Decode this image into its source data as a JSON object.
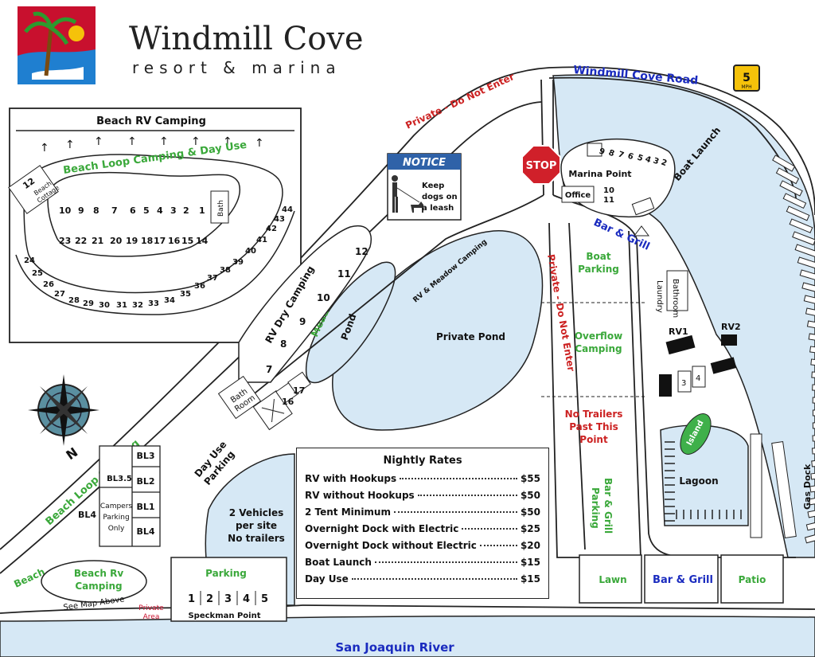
{
  "header": {
    "title": "Windmill Cove",
    "subtitle": "resort & marina"
  },
  "roads": {
    "private_road": "Private - Do Not Enter",
    "private_road_2": "Private - Do Not Enter",
    "windmill_cove_road": "Windmill Cove Road",
    "speed_limit": "5",
    "speed_unit": "MPH",
    "boat_launch": "Boat Launch",
    "bar_grill_road": "Bar & Grill",
    "rv_meadow_camping": "RV & Meadow Camping",
    "stop": "STOP"
  },
  "notice": {
    "title": "NOTICE",
    "line1": "Keep",
    "line2": "dogs on",
    "line3": "a leash"
  },
  "beach_rv": {
    "title": "Beach RV Camping",
    "loop_label": "Beach Loop Camping & Day Use",
    "cottage_num": "12",
    "cottage_l1": "Beach",
    "cottage_l2": "Cottage",
    "bath": "Bath",
    "inner_top": [
      "10",
      "9",
      "8",
      "7",
      "6",
      "5",
      "4",
      "3",
      "2",
      "1"
    ],
    "inner_bottom": [
      "23",
      "22",
      "21",
      "20",
      "19",
      "18",
      "17",
      "16",
      "15",
      "14"
    ],
    "outer_bottom": [
      "24",
      "25",
      "26",
      "27",
      "28",
      "29",
      "30",
      "31",
      "32",
      "33",
      "34",
      "35",
      "36",
      "37",
      "38",
      "39",
      "40",
      "41",
      "42",
      "43",
      "44"
    ]
  },
  "marina": {
    "label": "Marina Point",
    "office": "Office",
    "sites": [
      "9",
      "8",
      "7",
      "6",
      "5",
      "4",
      "3",
      "2"
    ],
    "site_10": "10",
    "site_11": "11"
  },
  "boat_parking": {
    "l1": "Boat",
    "l2": "Parking"
  },
  "overflow": {
    "l1": "Overflow",
    "l2": "Camping"
  },
  "no_trailers": {
    "l1": "No Trailers",
    "l2": "Past This",
    "l3": "Point"
  },
  "bar_grill_parking": {
    "l1": "Bar & Grill",
    "l2": "Parking"
  },
  "bathroom": "Bathroom",
  "laundry": "Laundry",
  "rv1": "RV1",
  "rv2": "RV2",
  "site_3": "3",
  "site_4": "4",
  "island": "Island",
  "lagoon": "Lagoon",
  "gas_dock": "Gas Dock",
  "private_pond": "Private Pond",
  "pond": "Pond",
  "meadow": "Meadow",
  "rv_dry_camping": "RV Dry Camping",
  "rv_dry_sites": [
    "12",
    "11",
    "10",
    "9",
    "8",
    "7"
  ],
  "site_17": "17",
  "site_16": "16",
  "bath_room": {
    "l1": "Bath",
    "l2": "Room"
  },
  "day_use_parking": {
    "l1": "Day Use",
    "l2": "Parking"
  },
  "two_vehicles": {
    "l1": "2 Vehicles",
    "l2": "per site",
    "l3": "No trailers"
  },
  "beach_loop_camping": "Beach Loop Camping",
  "bl": {
    "bl3": "BL3",
    "bl35": "BL3.5",
    "bl2": "BL2",
    "bl1": "BL1",
    "bl4a": "BL4",
    "bl4b": "BL4",
    "campers_l1": "Campers",
    "campers_l2": "Parking",
    "campers_l3": "Only"
  },
  "beach": "Beach",
  "beach_rv_camping_small": {
    "l1": "Beach Rv",
    "l2": "Camping"
  },
  "see_map_above": "See Map Above",
  "private_area": {
    "l1": "Private",
    "l2": "Area"
  },
  "parking": "Parking",
  "speckman": {
    "label": "Speckman Point",
    "sites": [
      "1",
      "2",
      "3",
      "4",
      "5"
    ]
  },
  "rates": {
    "title": "Nightly Rates",
    "rows": [
      {
        "label": "RV with Hookups",
        "price": "$55"
      },
      {
        "label": "RV without Hookups",
        "price": "$50"
      },
      {
        "label": "2 Tent Minimum",
        "price": "$50"
      },
      {
        "label": "Overnight Dock with Electric",
        "price": "$25"
      },
      {
        "label": "Overnight Dock without Electric",
        "price": "$20"
      },
      {
        "label": "Boat Launch",
        "price": "$15"
      },
      {
        "label": "Day Use",
        "price": "$15"
      }
    ]
  },
  "bottom_buildings": {
    "lawn": "Lawn",
    "bar_grill": "Bar & Grill",
    "patio": "Patio"
  },
  "river": "San Joaquin River",
  "compass": "N",
  "colors": {
    "water": "#d6e8f5",
    "green": "#3aa83a",
    "blue": "#1a2bbf",
    "red": "#cc2222",
    "road": "#ffffff",
    "line": "#222222"
  }
}
